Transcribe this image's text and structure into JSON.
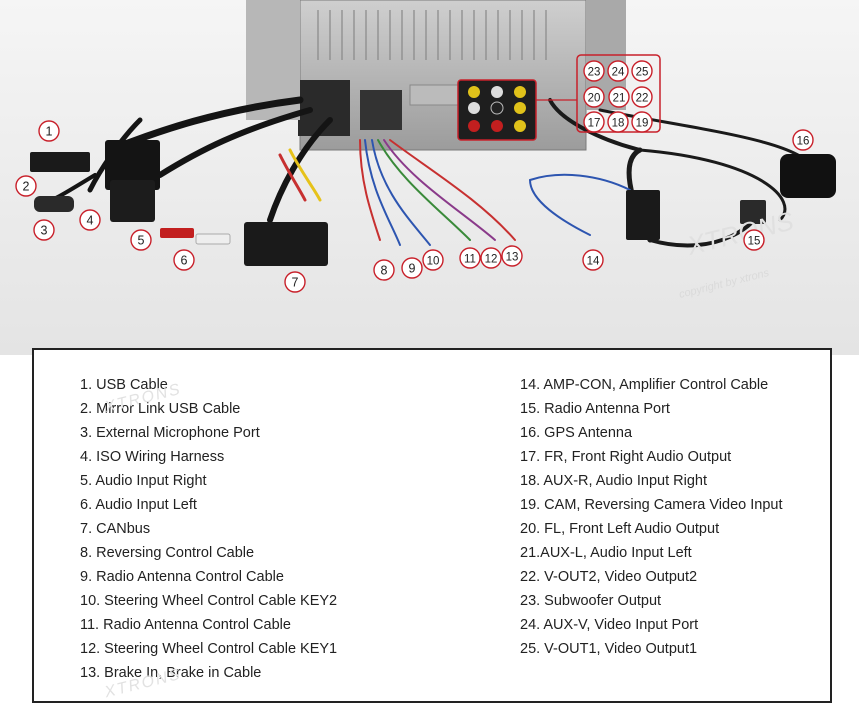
{
  "diagram": {
    "callouts": [
      "1",
      "2",
      "3",
      "4",
      "5",
      "6",
      "7",
      "8",
      "9",
      "10",
      "11",
      "12",
      "13",
      "14",
      "15",
      "16",
      "17",
      "18",
      "19",
      "20",
      "21",
      "22",
      "23",
      "24",
      "25"
    ],
    "watermark": "XTRONS",
    "watermark_sub": "copyright by xtrons"
  },
  "legend": {
    "left_items": [
      "1. USB Cable",
      "2. Mirror Link USB Cable",
      "3. External Microphone Port",
      "4. ISO Wiring Harness",
      "5. Audio Input Right",
      "6. Audio Input Left",
      "7. CANbus",
      "8. Reversing Control Cable",
      "9. Radio Antenna Control Cable",
      "10. Steering Wheel Control Cable KEY2",
      "11. Radio Antenna Control Cable",
      "12. Steering Wheel Control Cable KEY1",
      "13. Brake In, Brake in Cable"
    ],
    "right_items": [
      "14. AMP-CON, Amplifier Control Cable",
      "15. Radio Antenna Port",
      "16. GPS Antenna",
      "17. FR, Front Right Audio Output",
      "18. AUX-R, Audio Input Right",
      "19. CAM, Reversing Camera Video Input",
      "20. FL, Front Left Audio Output",
      "21.AUX-L, Audio Input Left",
      "22. V-OUT2, Video Output2",
      "23. Subwoofer Output",
      "24. AUX-V, Video Input Port",
      "25. V-OUT1, Video Output1"
    ]
  },
  "colors": {
    "badge_border": "#c8202a",
    "background_top": "#f4f4f4",
    "background_bottom": "#e6e6e6"
  }
}
